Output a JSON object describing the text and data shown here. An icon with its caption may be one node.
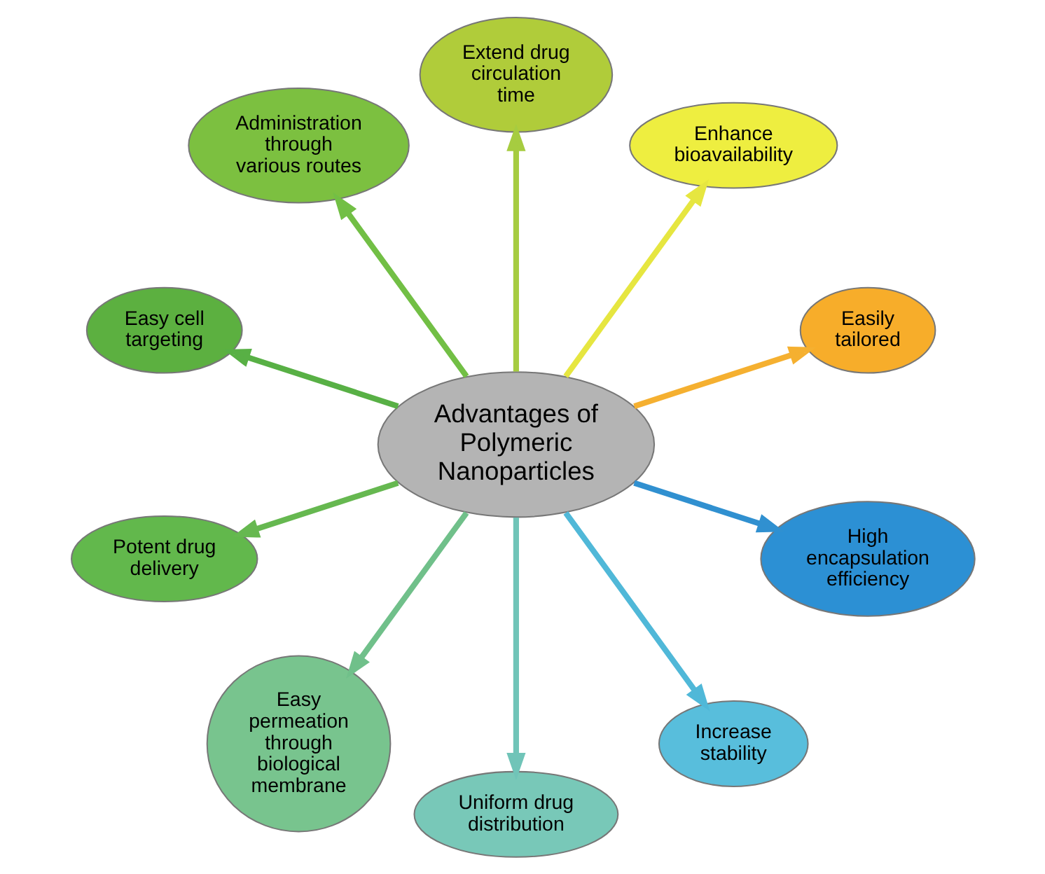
{
  "diagram": {
    "nodes": [
      {
        "text": [
          "Advantages of Polymeric Nanoparticles"
        ]
      },
      {
        "text": [
          "Easily tailored"
        ]
      },
      {
        "text": [
          "Enhance bioavailability"
        ]
      },
      {
        "text": [
          "Extend drug circulation time"
        ]
      },
      {
        "text": [
          "Administration through various routes"
        ]
      },
      {
        "text": [
          "Easy cell targeting"
        ]
      },
      {
        "text": [
          "Potent drug delivery"
        ]
      },
      {
        "text": [
          "Easy permeation through biological membrane"
        ]
      },
      {
        "text": [
          "Uniform drug distribution"
        ]
      },
      {
        "text": [
          "Increase stability"
        ]
      },
      {
        "text": [
          "High encapsulation efficiency"
        ]
      }
    ],
    "edges": [
      {
        "from": 0,
        "to": 1,
        "arrow": "to",
        "color": "#f5b030"
      },
      {
        "from": 0,
        "to": 2,
        "arrow": "to",
        "color": "#e6e640"
      },
      {
        "from": 0,
        "to": 3,
        "arrow": "to",
        "color": "#a6cc40"
      },
      {
        "from": 0,
        "to": 4,
        "arrow": "to",
        "color": "#72bf45"
      },
      {
        "from": 0,
        "to": 5,
        "arrow": "to",
        "color": "#58b045"
      },
      {
        "from": 0,
        "to": 6,
        "arrow": "to",
        "color": "#66b850"
      },
      {
        "from": 0,
        "to": 7,
        "arrow": "to",
        "color": "#70c08a"
      },
      {
        "from": 0,
        "to": 8,
        "arrow": "to",
        "color": "#70c4b8"
      },
      {
        "from": 0,
        "to": 9,
        "arrow": "to",
        "color": "#50b8d8"
      },
      {
        "from": 0,
        "to": 10,
        "arrow": "to",
        "color": "#3090d0"
      }
    ]
  }
}
